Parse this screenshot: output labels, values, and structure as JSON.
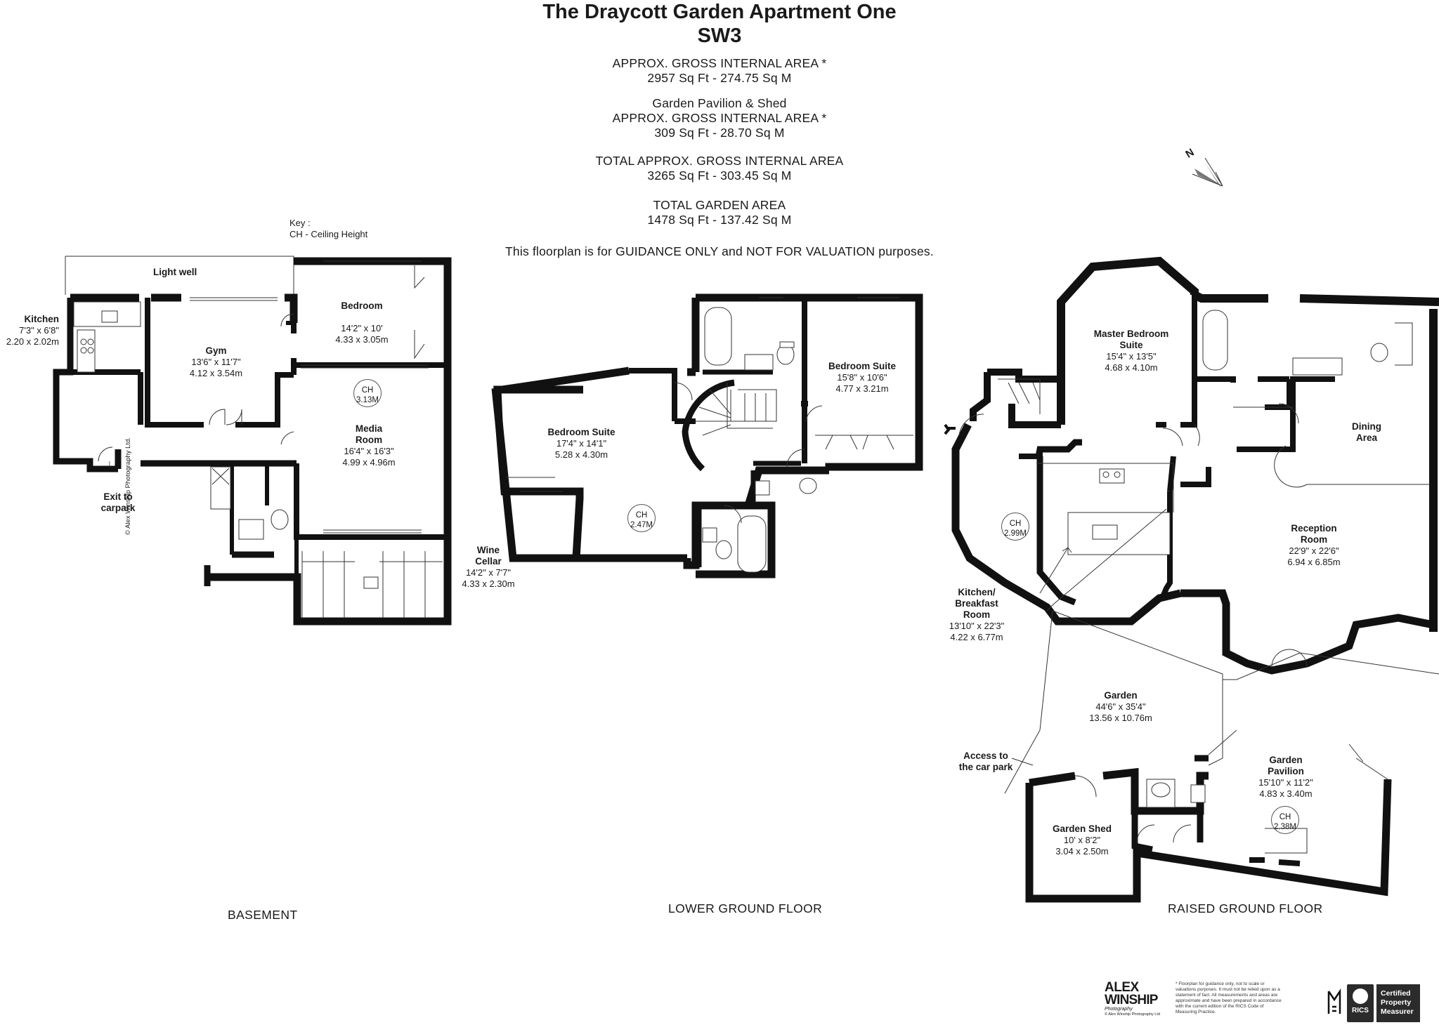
{
  "header": {
    "title_line1": "The Draycott Garden Apartment One",
    "title_line2": "SW3",
    "gia_label": "APPROX. GROSS INTERNAL  AREA *",
    "gia_value": "2957 Sq Ft  -  274.75 Sq M",
    "pavilion_label": "Garden Pavilion & Shed",
    "pavilion_gia_label": "APPROX. GROSS INTERNAL  AREA *",
    "pavilion_gia_value": "309 Sq Ft  -  28.70 Sq M",
    "total_label": "TOTAL APPROX. GROSS INTERNAL  AREA",
    "total_value": "3265 Sq Ft  -  303.45 Sq M",
    "garden_label": "TOTAL GARDEN  AREA",
    "garden_value": "1478 Sq Ft  -  137.42 Sq M",
    "disclaimer": "This floorplan is for GUIDANCE ONLY and NOT FOR VALUATION purposes."
  },
  "key": {
    "title": "Key :",
    "entry": "CH - Ceiling Height"
  },
  "compass": {
    "label": "N"
  },
  "floors": {
    "basement": "BASEMENT",
    "lower_ground": "LOWER GROUND FLOOR",
    "raised_ground": "RAISED GROUND FLOOR"
  },
  "basement_rooms": {
    "light_well": "Light well",
    "kitchen": {
      "name": "Kitchen",
      "imperial": "7'3\" x 6'8\"",
      "metric": "2.20 x 2.02m"
    },
    "gym": {
      "name": "Gym",
      "imperial": "13'6\" x 11'7\"",
      "metric": "4.12 x 3.54m"
    },
    "bedroom": {
      "name": "Bedroom",
      "imperial": "14'2\" x 10'",
      "metric": "4.33 x 3.05m"
    },
    "media": {
      "name1": "Media",
      "name2": "Room",
      "imperial": "16'4\" x 16'3\"",
      "metric": "4.99 x 4.96m"
    },
    "media_ch": {
      "label": "CH",
      "value": "3.13M"
    },
    "exit": {
      "line1": "Exit to",
      "line2": "carpark"
    },
    "wine": {
      "name1": "Wine",
      "name2": "Cellar",
      "imperial": "14'2\" x 7'7\"",
      "metric": "4.33 x 2.30m"
    },
    "copyright": "© Alex Winship Photography Ltd."
  },
  "lower_rooms": {
    "bedroom_suite_left": {
      "name": "Bedroom Suite",
      "imperial": "17'4\" x 14'1\"",
      "metric": "5.28 x 4.30m"
    },
    "left_ch": {
      "label": "CH",
      "value": "2.47M"
    },
    "bedroom_suite_right": {
      "name": "Bedroom Suite",
      "imperial": "15'8\" x 10'6\"",
      "metric": "4.77 x 3.21m"
    }
  },
  "raised_rooms": {
    "master": {
      "name1": "Master Bedroom",
      "name2": "Suite",
      "imperial": "15'4\" x 13'5\"",
      "metric": "4.68 x 4.10m"
    },
    "dining": {
      "name1": "Dining",
      "name2": "Area"
    },
    "reception": {
      "name1": "Reception",
      "name2": "Room",
      "imperial": "22'9\" x 22'6\"",
      "metric": "6.94 x 6.85m"
    },
    "kitchen_ch": {
      "label": "CH",
      "value": "2.99M"
    },
    "kitchen": {
      "name1": "Kitchen/",
      "name2": "Breakfast",
      "name3": "Room",
      "imperial": "13'10\" x 22'3\"",
      "metric": "4.22 x 6.77m"
    },
    "garden": {
      "name": "Garden",
      "imperial": "44'6\" x 35'4\"",
      "metric": "13.56 x 10.76m"
    },
    "access": {
      "line1": "Access to",
      "line2": "the car park"
    },
    "pavilion": {
      "name1": "Garden",
      "name2": "Pavilion",
      "imperial": "15'10\" x 11'2\"",
      "metric": "4.83 x 3.40m"
    },
    "pavilion_ch": {
      "label": "CH",
      "value": "2.38M"
    },
    "shed": {
      "name": "Garden Shed",
      "imperial": "10' x 8'2\"",
      "metric": "3.04 x 2.50m"
    }
  },
  "footer": {
    "brand_line1": "ALEX",
    "brand_line2": "WINSHIP",
    "brand_line3": "Photography",
    "brand_copyright": "© Alex Winship Photography Ltd",
    "footnote": "* Floorplan for guidance only, not to scale or valuations purposes. It must not be relied upon as a statement of fact. All measurements and areas are approximate and have been prepared in accordance with the current edition of the RICS Code of Measuring Practice.",
    "rics_label": "RICS",
    "certified_line1": "Certified",
    "certified_line2": "Property",
    "certified_line3": "Measurer"
  }
}
